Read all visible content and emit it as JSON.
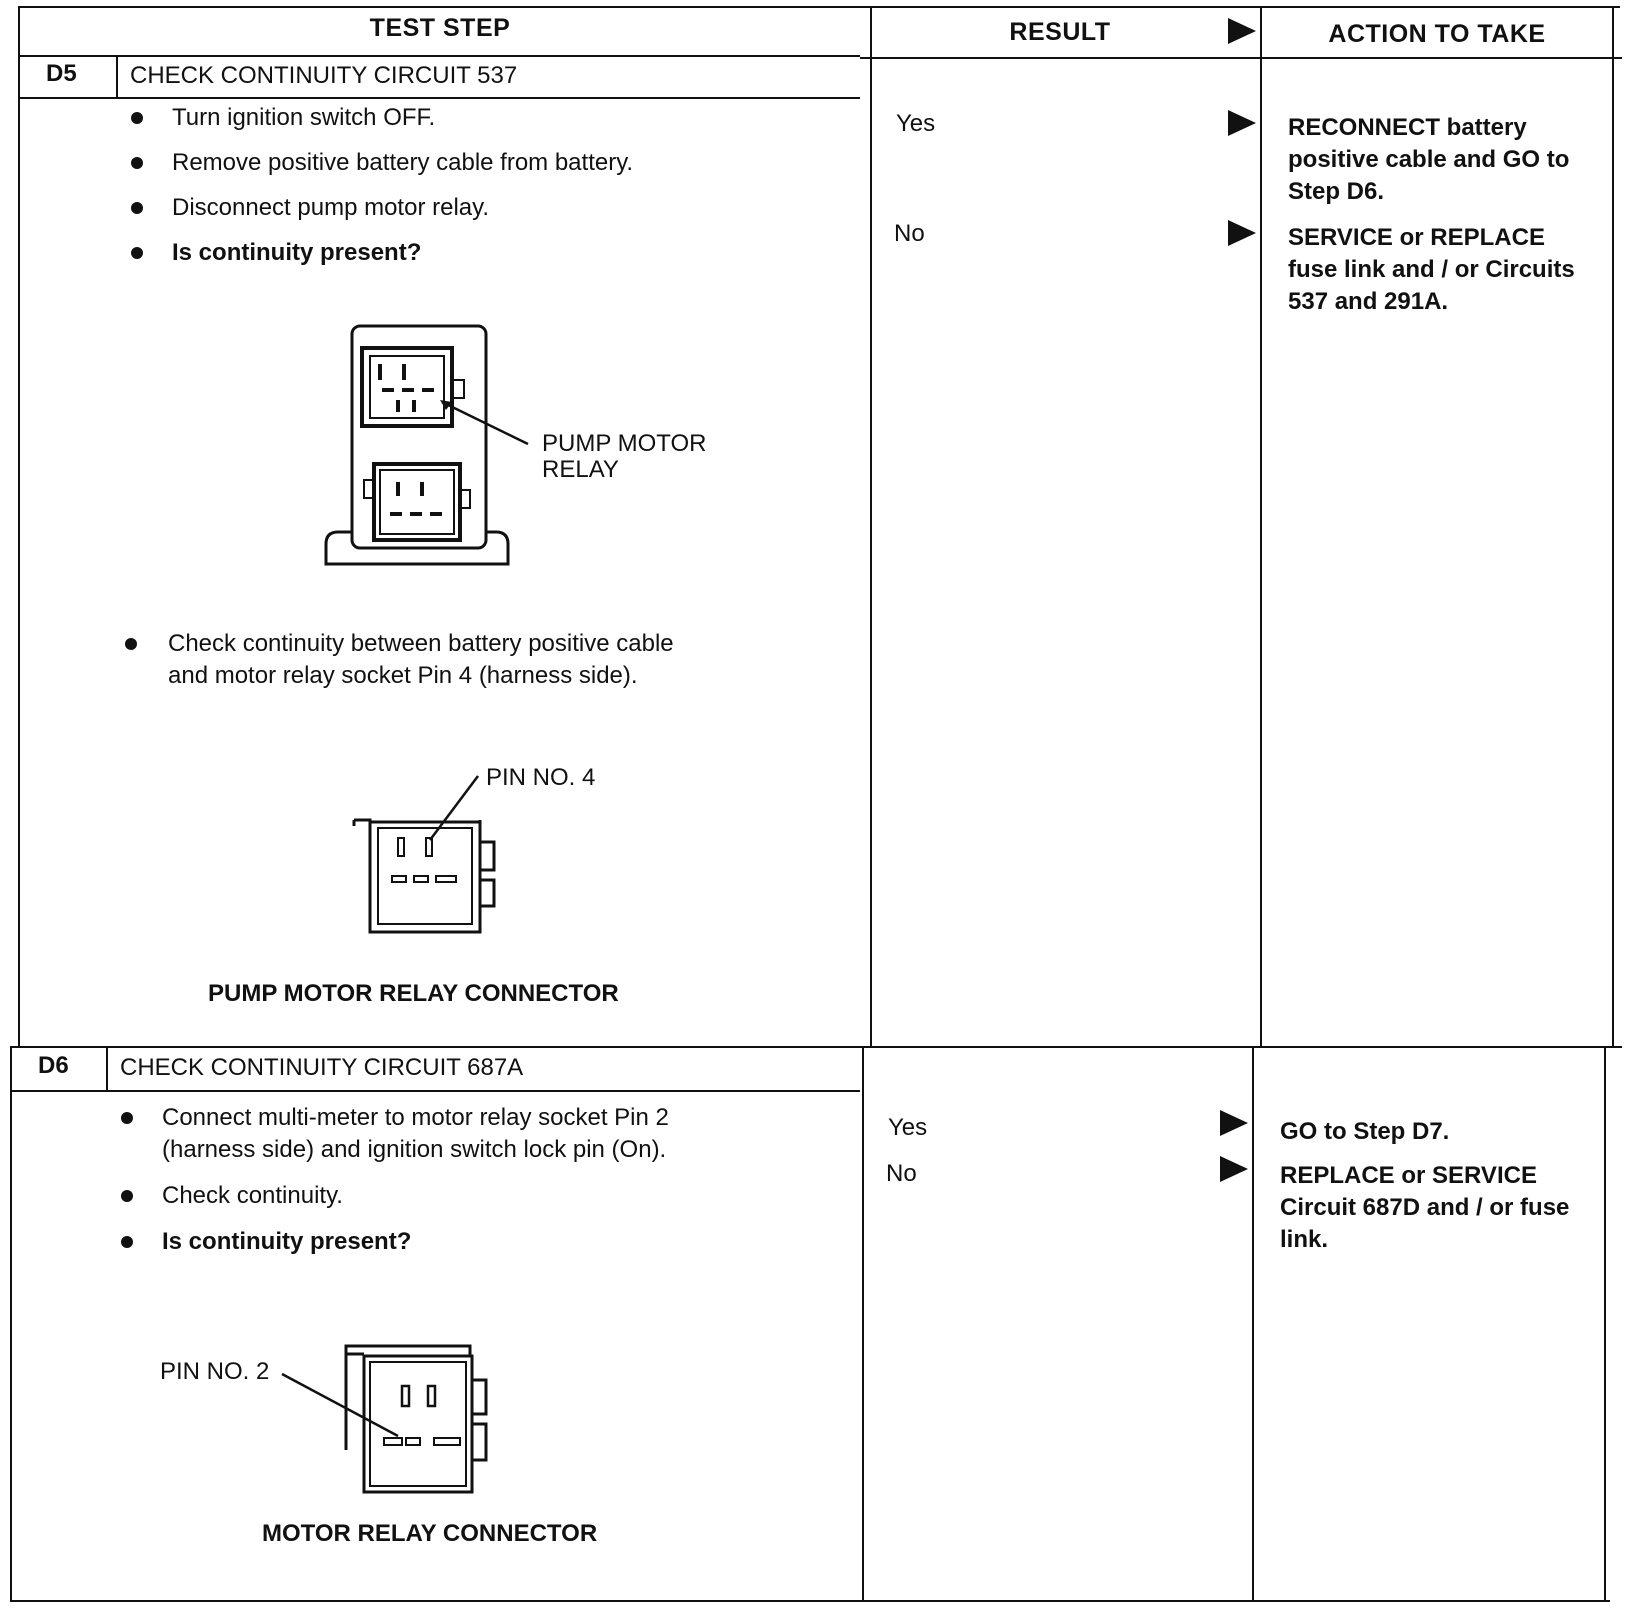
{
  "header": {
    "test_step": "TEST STEP",
    "result": "RESULT",
    "action_to_take": "ACTION TO TAKE"
  },
  "steps": [
    {
      "id": "D5",
      "title": "CHECK CONTINUITY CIRCUIT 537",
      "instructions": [
        "Turn ignition switch OFF.",
        "Remove positive battery cable from battery.",
        "Disconnect pump motor relay.",
        "Is continuity present?"
      ],
      "instructions_after": [
        "Check continuity between battery positive cable",
        "and motor relay socket Pin 4 (harness side)."
      ],
      "figure1_label_line1": "PUMP MOTOR",
      "figure1_label_line2": "RELAY",
      "figure2_label": "PIN NO. 4",
      "figure2_caption": "PUMP MOTOR RELAY CONNECTOR",
      "results": [
        {
          "result": "Yes",
          "action": [
            "RECONNECT battery",
            "positive cable and GO to",
            "Step D6."
          ]
        },
        {
          "result": "No",
          "action": [
            "SERVICE or REPLACE",
            "fuse link and / or Circuits",
            "537 and 291A."
          ]
        }
      ]
    },
    {
      "id": "D6",
      "title": "CHECK CONTINUITY CIRCUIT 687A",
      "instructions": [
        "Connect multi-meter to motor relay socket Pin 2",
        "(harness side) and ignition switch lock pin (On).",
        "Check continuity.",
        "Is continuity present?"
      ],
      "figure_label": "PIN NO. 2",
      "figure_caption": "MOTOR RELAY CONNECTOR",
      "results": [
        {
          "result": "Yes",
          "action": [
            "GO to Step D7."
          ]
        },
        {
          "result": "No",
          "action": [
            "REPLACE or SERVICE",
            "Circuit 687D and / or fuse",
            "link."
          ]
        }
      ]
    }
  ]
}
